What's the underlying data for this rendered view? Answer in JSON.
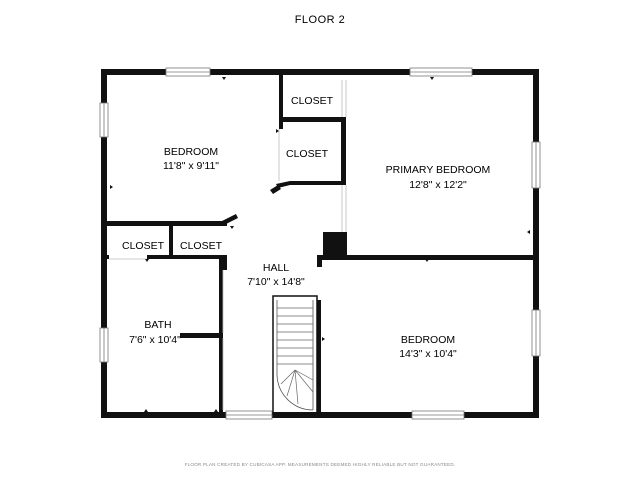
{
  "floor_title": "FLOOR 2",
  "rooms": {
    "bedroom_nw": {
      "name": "BEDROOM",
      "dims": "11'8\" x 9'11\""
    },
    "primary_bedroom": {
      "name": "PRIMARY BEDROOM",
      "dims": "12'8\" x 12'2\""
    },
    "hall": {
      "name": "HALL",
      "dims": "7'10\" x 14'8\""
    },
    "bath": {
      "name": "BATH",
      "dims": "7'6\" x 10'4\""
    },
    "bedroom_se": {
      "name": "BEDROOM",
      "dims": "14'3\" x 10'4\""
    }
  },
  "closets": {
    "top": "CLOSET",
    "middle": "CLOSET",
    "left_1": "CLOSET",
    "left_2": "CLOSET"
  },
  "disclaimer": "FLOOR PLAN CREATED BY CUBICASA APP. MEASUREMENTS DEEMED HIGHLY RELIABLE BUT NOT GUARANTEED."
}
